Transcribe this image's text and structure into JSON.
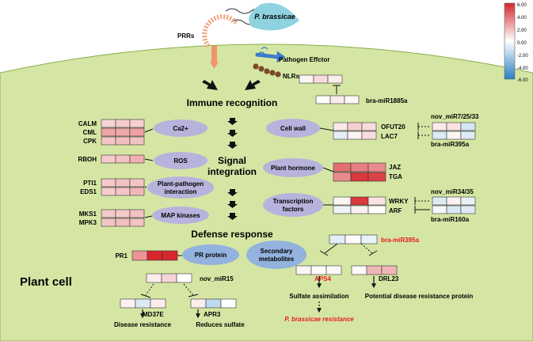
{
  "pathogen": {
    "name": "P. brassicae"
  },
  "receptors": {
    "prrs": "PRRs",
    "effector": "Pathogen Effctor",
    "nlrs": "NLRs"
  },
  "stages": {
    "immune": "Immune recognition",
    "signal_1": "Signal",
    "signal_2": "integration",
    "defense": "Defense response"
  },
  "cell_label": "Plant cell",
  "colors": {
    "cell_fill": "#d5e6a4",
    "ellipse_fill": "#b8b3dc",
    "pr_fill": "#93b2dd",
    "accent_red": "#e8191e"
  },
  "legend": {
    "ticks": [
      "6.00",
      "4.00",
      "2.00",
      "0.00",
      "-2.00",
      "-4.00",
      "-6.00"
    ],
    "max": 6,
    "min": -6
  },
  "modules": {
    "ca": "Ca2+",
    "ros": "ROS",
    "ppi_1": "Plant-pathogen",
    "ppi_2": "interaction",
    "mapk": "MAP kinases",
    "cellwall": "Cell wall",
    "hormone": "Plant hormone",
    "tf_1": "Transcription",
    "tf_2": "factors",
    "pr": "PR protein",
    "sec_1": "Secondary",
    "sec_2": "metabolites"
  },
  "genes": {
    "calm": "CALM",
    "cml": "CML",
    "cpk": "CPK",
    "rboh": "RBOH",
    "pti1": "PTI1",
    "eds1": "EDS1",
    "mks1": "MKS1",
    "mpk3": "MPK3",
    "ofut20": "OFUT20",
    "lac7": "LAC7",
    "jaz": "JAZ",
    "tga": "TGA",
    "wrky": "WRKY",
    "arf": "ARF",
    "pr1": "PR1",
    "md37e": "MD37E",
    "apr3": "APR3",
    "aps4": "APS4",
    "drl23": "DRL23"
  },
  "mirnas": {
    "m1885a": "bra-miR1885a",
    "nov7": "nov_miR7/25/33",
    "m395a_top": "bra-miR395a",
    "nov34": "nov_miR34/35",
    "m160a": "bra-miR160a",
    "m395a_red": "bra-miR395a",
    "nov15": "nov_miR15"
  },
  "outcomes": {
    "sulfate": "Sulfate assimilation",
    "potential": "Potential disease resistance protein",
    "pb_res": "P. brassicae resistance",
    "disease": "Disease resistance",
    "reduces": "Reduces sulfate"
  },
  "heatmaps": [
    {
      "id": "nlr",
      "values": [
        0.3,
        1.0,
        0.5
      ]
    },
    {
      "id": "m1885a",
      "values": [
        0.0,
        0.5,
        0.2
      ]
    },
    {
      "id": "calm",
      "values": [
        1.2,
        1.4,
        1.3
      ]
    },
    {
      "id": "cml",
      "values": [
        2.5,
        2.4,
        2.6
      ]
    },
    {
      "id": "cpk",
      "values": [
        1.6,
        1.8,
        1.7
      ]
    },
    {
      "id": "rboh",
      "values": [
        1.4,
        1.7,
        2.2
      ]
    },
    {
      "id": "pti1",
      "values": [
        1.5,
        1.7,
        1.6
      ]
    },
    {
      "id": "eds1",
      "values": [
        1.4,
        1.6,
        2.0
      ]
    },
    {
      "id": "mks1",
      "values": [
        1.5,
        1.5,
        1.7
      ]
    },
    {
      "id": "mpk3",
      "values": [
        1.6,
        1.8,
        1.7
      ]
    },
    {
      "id": "ofut20",
      "values": [
        0.6,
        1.3,
        1.0
      ]
    },
    {
      "id": "lac7",
      "values": [
        -0.8,
        0.4,
        0.9
      ]
    },
    {
      "id": "nov7",
      "values": [
        0.6,
        0.8,
        -1.2
      ]
    },
    {
      "id": "m395a_top",
      "values": [
        -1.0,
        0.3,
        -0.9
      ]
    },
    {
      "id": "jaz",
      "values": [
        4.0,
        3.5,
        3.2
      ]
    },
    {
      "id": "tga",
      "values": [
        3.2,
        5.5,
        5.2
      ]
    },
    {
      "id": "wrky",
      "values": [
        0.3,
        5.5,
        0.8
      ]
    },
    {
      "id": "arf",
      "values": [
        -0.5,
        0.4,
        0.0
      ]
    },
    {
      "id": "nov34",
      "values": [
        -1.0,
        0.4,
        -0.7
      ]
    },
    {
      "id": "m160a",
      "values": [
        -0.3,
        -1.1,
        -0.9
      ]
    },
    {
      "id": "pr1",
      "values": [
        3.0,
        6.0,
        6.0
      ]
    },
    {
      "id": "m395a_red",
      "values": [
        -0.8,
        0.1,
        -0.6
      ]
    },
    {
      "id": "aps4",
      "values": [
        0.3,
        0.1,
        0.2
      ]
    },
    {
      "id": "drl23",
      "values": [
        0.2,
        2.0,
        2.0
      ]
    },
    {
      "id": "nov15",
      "values": [
        0.5,
        1.2,
        0.0
      ]
    },
    {
      "id": "md37e",
      "values": [
        0.4,
        -1.0,
        0.5
      ]
    },
    {
      "id": "apr3",
      "values": [
        0.5,
        -1.8,
        0.0
      ]
    }
  ]
}
